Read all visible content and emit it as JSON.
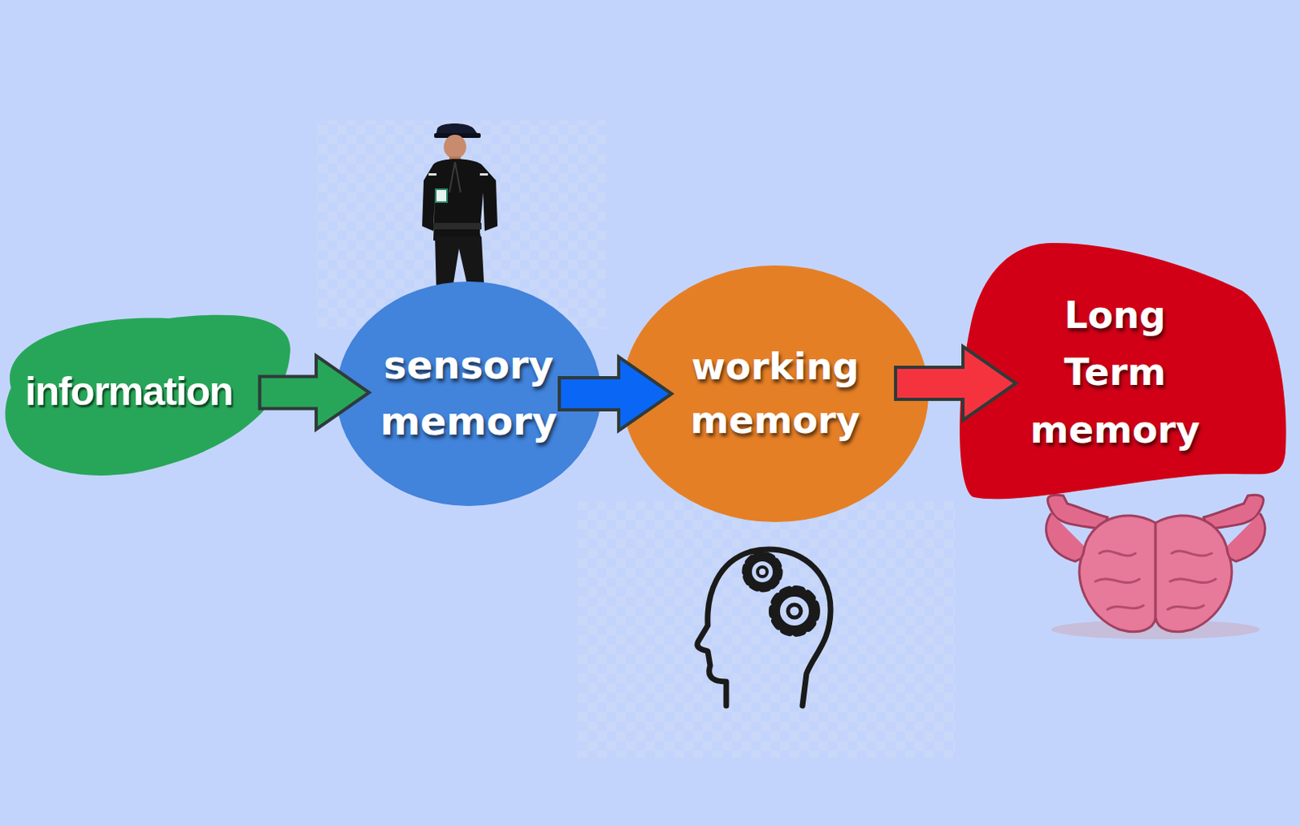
{
  "diagram": {
    "nodes": [
      {
        "text": [
          "information"
        ]
      },
      {
        "text": [
          "sensory memory"
        ]
      },
      {
        "text": [
          "working memory"
        ]
      },
      {
        "text": [
          "Long Term memory"
        ]
      }
    ],
    "edges": [
      {
        "from": 0,
        "to": 1,
        "arrow": "to"
      },
      {
        "from": 1,
        "to": 2,
        "arrow": "to"
      },
      {
        "from": 2,
        "to": 3,
        "arrow": "to"
      }
    ]
  }
}
